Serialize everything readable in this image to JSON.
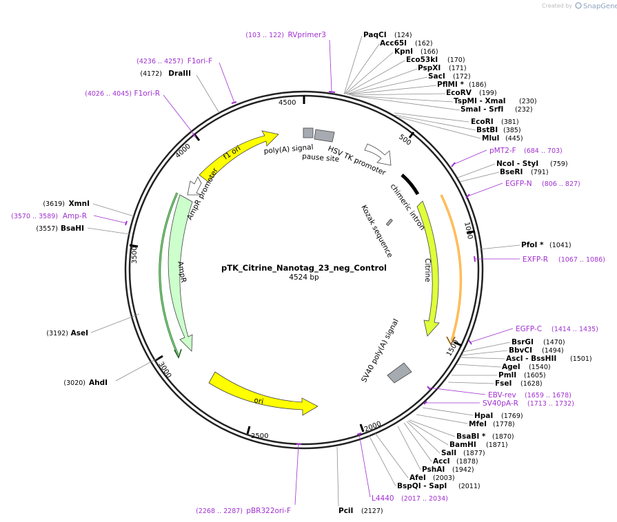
{
  "brand": {
    "prefix": "Created by",
    "name": "SnapGene"
  },
  "plasmid": {
    "name": "pTK_Citrine_Nanotag_23_neg_Control",
    "length_label": "4524 bp"
  },
  "ticks": [
    "500",
    "1000",
    "1500",
    "2000",
    "2500",
    "3000",
    "3500",
    "4000",
    "4500"
  ],
  "enzymes": [
    {
      "name": "PaqCI",
      "pos": "(124)"
    },
    {
      "name": "Acc65I",
      "pos": "(162)"
    },
    {
      "name": "KpnI",
      "pos": "(166)"
    },
    {
      "name": "Eco53kI",
      "pos": "(170)"
    },
    {
      "name": "PspXI",
      "pos": "(171)"
    },
    {
      "name": "SacI",
      "pos": "(172)"
    },
    {
      "name": "PflMI *",
      "pos": "(186)"
    },
    {
      "name": "EcoRV",
      "pos": "(199)"
    },
    {
      "name": "TspMI - XmaI",
      "pos": "(230)"
    },
    {
      "name": "SmaI - SrfI",
      "pos": "(232)"
    },
    {
      "name": "EcoRI",
      "pos": "(381)"
    },
    {
      "name": "BstBI",
      "pos": "(385)"
    },
    {
      "name": "MluI",
      "pos": "(445)"
    },
    {
      "name": "NcoI - StyI",
      "pos": "(759)"
    },
    {
      "name": "BseRI",
      "pos": "(791)"
    },
    {
      "name": "PfoI *",
      "pos": "(1041)"
    },
    {
      "name": "BsrGI",
      "pos": "(1470)"
    },
    {
      "name": "BbvCI",
      "pos": "(1494)"
    },
    {
      "name": "AscI - BssHII",
      "pos": "(1501)"
    },
    {
      "name": "AgeI",
      "pos": "(1540)"
    },
    {
      "name": "PmlI",
      "pos": "(1605)"
    },
    {
      "name": "FseI",
      "pos": "(1628)"
    },
    {
      "name": "HpaI",
      "pos": "(1769)"
    },
    {
      "name": "MfeI",
      "pos": "(1778)"
    },
    {
      "name": "BsaBI *",
      "pos": "(1870)"
    },
    {
      "name": "BamHI",
      "pos": "(1871)"
    },
    {
      "name": "SalI",
      "pos": "(1877)"
    },
    {
      "name": "AccI",
      "pos": "(1878)"
    },
    {
      "name": "PshAI",
      "pos": "(1942)"
    },
    {
      "name": "AfeI",
      "pos": "(2003)"
    },
    {
      "name": "BspQI - SapI",
      "pos": "(2011)"
    },
    {
      "name": "PciI",
      "pos": "(2127)"
    },
    {
      "name": "AhdI",
      "pos": "(3020)"
    },
    {
      "name": "AseI",
      "pos": "(3192)"
    },
    {
      "name": "BsaHI",
      "pos": "(3557)"
    },
    {
      "name": "XmnI",
      "pos": "(3619)"
    },
    {
      "name": "DraIII",
      "pos": "(4172)"
    }
  ],
  "primers": [
    {
      "name": "RVprimer3",
      "range": "(103 .. 122)"
    },
    {
      "name": "pMT2-F",
      "range": "(684 .. 703)"
    },
    {
      "name": "EGFP-N",
      "range": "(806 .. 827)"
    },
    {
      "name": "EXFP-R",
      "range": "(1067 .. 1086)"
    },
    {
      "name": "EGFP-C",
      "range": "(1414 .. 1435)"
    },
    {
      "name": "EBV-rev",
      "range": "(1659 .. 1678)"
    },
    {
      "name": "SV40pA-R",
      "range": "(1713 .. 1732)"
    },
    {
      "name": "L4440",
      "range": "(2017 .. 2034)"
    },
    {
      "name": "pBR322ori-F",
      "range": "(2268 .. 2287)"
    },
    {
      "name": "Amp-R",
      "range": "(3570 .. 3589)"
    },
    {
      "name": "F1ori-R",
      "range": "(4026 .. 4045)"
    },
    {
      "name": "F1ori-F",
      "range": "(4236 .. 4257)"
    }
  ],
  "features": {
    "polya_signal": "poly(A) signal",
    "pause_site": "pause site",
    "hsv_tk_promoter": "HSV TK promoter",
    "chimeric_intron": "chimeric intron",
    "kozak": "Kozak sequence",
    "citrine": "Citrine",
    "sv40_polya": "SV40 poly(A) signal",
    "ori": "ori",
    "ampr": "AmpR",
    "ampr_promoter": "AmpR promoter",
    "f1_ori": "f1 ori"
  },
  "colors": {
    "backbone": "#222222",
    "yellow": "#ffff00",
    "citrine": "#dfff3a",
    "ampr": "#ccffcc",
    "gray": "#a6abb1",
    "primer": "#a030cf",
    "orange": "#ff9900",
    "green": "#1a7a1a"
  }
}
